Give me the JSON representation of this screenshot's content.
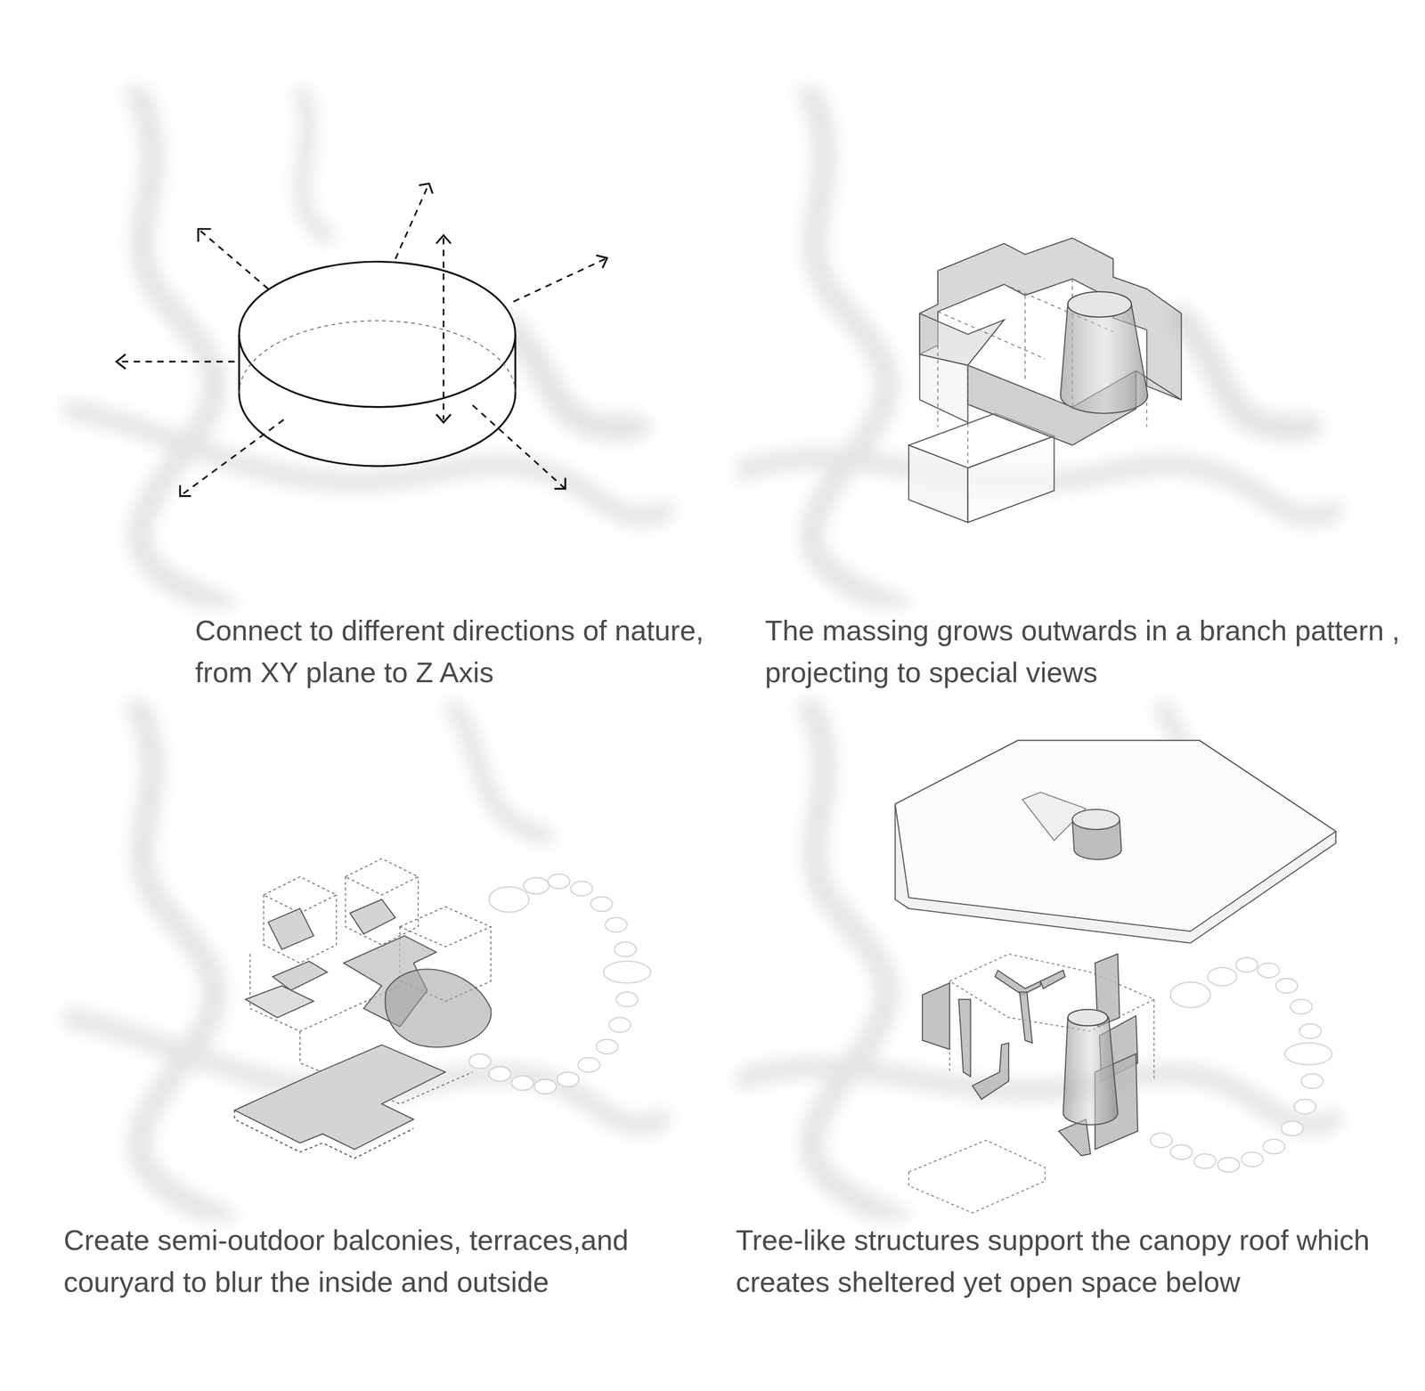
{
  "diagram": {
    "labels": [
      "Connect to different directions of nature, from XY plane to Z Axis",
      "The massing grows outwards in a branch pattern , projecting to special views",
      "Create semi-outdoor balconies, terraces,and couryard to blur the inside and outside",
      "Tree-like structures support the canopy roof which creates sheltered yet open space below"
    ]
  }
}
